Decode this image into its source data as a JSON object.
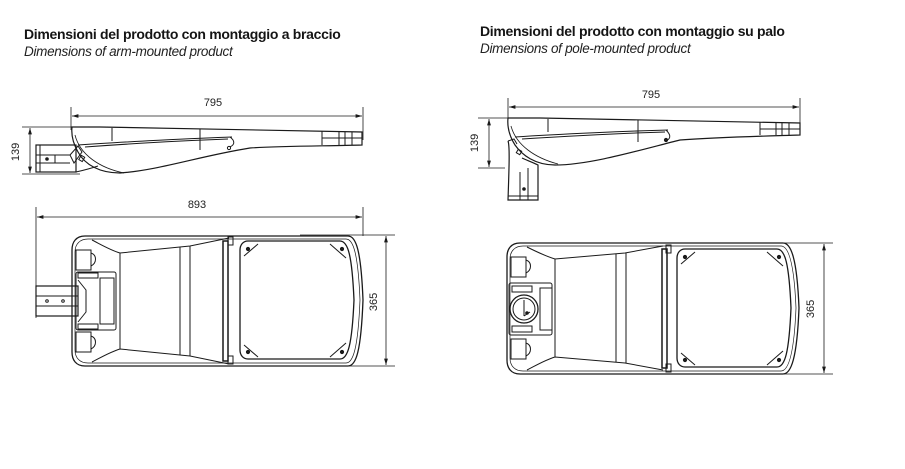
{
  "left_panel": {
    "title_it": "Dimensioni del prodotto con montaggio a braccio",
    "title_en": "Dimensions of arm-mounted product",
    "side_view": {
      "length_label": "795",
      "height_label": "139"
    },
    "top_view": {
      "overall_length_label": "893",
      "width_label": "365"
    }
  },
  "right_panel": {
    "title_it": "Dimensioni del prodotto con montaggio su palo",
    "title_en": "Dimensions of pole-mounted product",
    "side_view": {
      "length_label": "795",
      "height_label": "139"
    },
    "top_view": {
      "width_label": "365"
    }
  },
  "colors": {
    "line": "#1a1a1a",
    "background": "#ffffff"
  }
}
